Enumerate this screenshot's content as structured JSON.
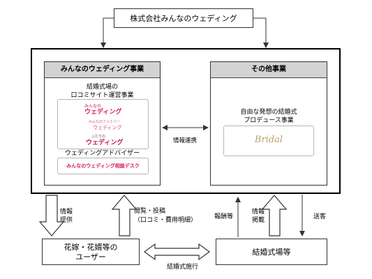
{
  "company": "株式会社みんなのウェディング",
  "left_panel": {
    "title": "みんなのウェディング事業",
    "review_site": {
      "title": [
        "結婚式場の",
        "口コミサイト運営事業"
      ],
      "logos": [
        {
          "line1": "みんなの",
          "line2": "ウェディング"
        },
        {
          "line1": "みんなのファミリー",
          "line2": "ウェディング"
        },
        {
          "line1": "ふたりの",
          "line2": "ウェディング"
        }
      ]
    },
    "advisor": {
      "title": "ウェディングアドバイザー",
      "logo": "みんなのウェディング相談デスク"
    }
  },
  "right_panel": {
    "title": "その他事業",
    "produce": {
      "title": [
        "自由な発想の結婚式",
        "プロデュース事業"
      ],
      "logo": "Bridal"
    }
  },
  "link_label": "情報連携",
  "users_box": [
    "花嫁・花婿等の",
    "ユーザー"
  ],
  "venues_box": "結婚式場等",
  "flows": {
    "info_provide": [
      "情報",
      "提供"
    ],
    "browse_post": [
      "閲覧・投稿",
      "（口コミ・費用明細）"
    ],
    "reward": "報酬等",
    "info_post": [
      "情報",
      "掲載"
    ],
    "send_customers": "送客",
    "wedding": "結婚式施行"
  }
}
